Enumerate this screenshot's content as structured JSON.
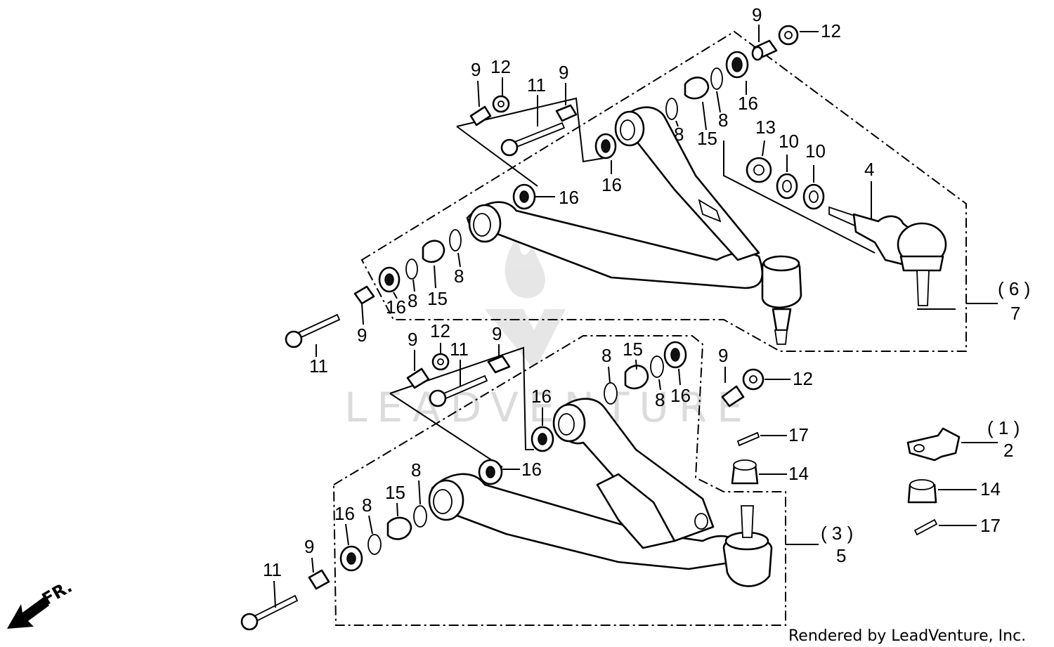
{
  "diagram": {
    "watermark": "LEADVENTURE",
    "credit": "Rendered by LeadVenture, Inc.",
    "direction_label": "FR.",
    "callouts": {
      "upper_9a": "9",
      "upper_12a": "12",
      "upper_9b": "9",
      "upper_12b": "12",
      "upper_11a": "11",
      "upper_9c": "9",
      "upper_16a": "16",
      "upper_16b": "16",
      "upper_16c": "16",
      "upper_16d": "16",
      "upper_8a": "8",
      "upper_8b": "8",
      "upper_8c": "8",
      "upper_8d": "8",
      "upper_15a": "15",
      "upper_15b": "15",
      "upper_13": "13",
      "upper_10a": "10",
      "upper_10b": "10",
      "upper_4": "4",
      "upper_6": "( 6 )",
      "upper_7": "7",
      "upper_9d": "9",
      "upper_11b": "11",
      "lower_9a": "9",
      "lower_12a": "12",
      "lower_11a": "11",
      "lower_9b": "9",
      "lower_8a": "8",
      "lower_15a": "15",
      "lower_8b": "8",
      "lower_16a": "16",
      "lower_9c": "9",
      "lower_12b": "12",
      "lower_16b": "16",
      "lower_16c": "16",
      "lower_17a": "17",
      "lower_14a": "14",
      "lower_8c": "8",
      "lower_15b": "15",
      "lower_8d": "8",
      "lower_16d": "16",
      "lower_9d": "9",
      "lower_11b": "11",
      "lower_3": "( 3 )",
      "lower_5": "5",
      "side_1": "( 1 )",
      "side_2": "2",
      "side_14": "14",
      "side_17": "17"
    }
  }
}
